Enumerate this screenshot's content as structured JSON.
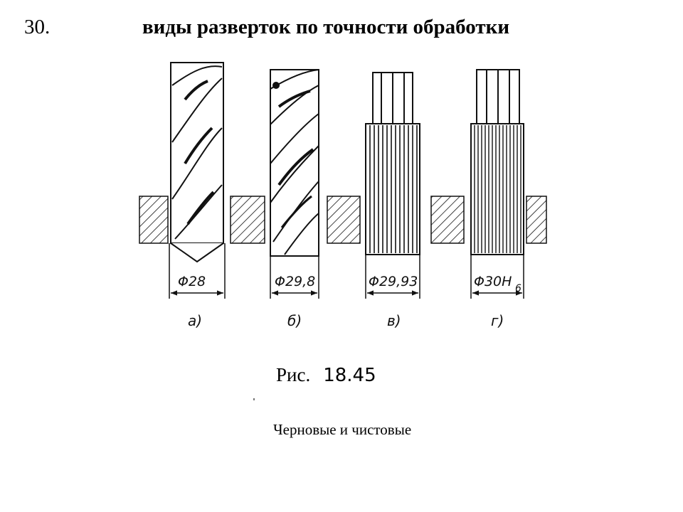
{
  "slide": {
    "number": "30.",
    "title": "виды разверток по точности обработки"
  },
  "figure": {
    "reamers": [
      {
        "id": "a",
        "type": "spiral-rough",
        "diameter_label": "Φ28",
        "sub_label": "а)"
      },
      {
        "id": "b",
        "type": "spiral-fine",
        "diameter_label": "Φ29,8",
        "sub_label": "б)"
      },
      {
        "id": "v",
        "type": "straight-fluted",
        "diameter_label": "Φ29,93",
        "sub_label": "в)"
      },
      {
        "id": "g",
        "type": "straight-fluted-finish",
        "diameter_label": "Φ30Н",
        "diameter_subscript": "6",
        "sub_label": "г)"
      }
    ],
    "caption_prefix": "Рис.",
    "caption_number": "18.45"
  },
  "note": "Черновые и чистовые"
}
